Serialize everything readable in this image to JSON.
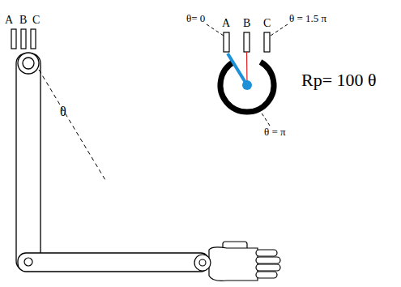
{
  "diagram": {
    "labels": [
      "A",
      "B",
      "C",
      "θ",
      "θ= 0",
      "A",
      "B",
      "C",
      "θ = 1.5 π",
      "Rp= 100 θ",
      "θ = π"
    ]
  }
}
